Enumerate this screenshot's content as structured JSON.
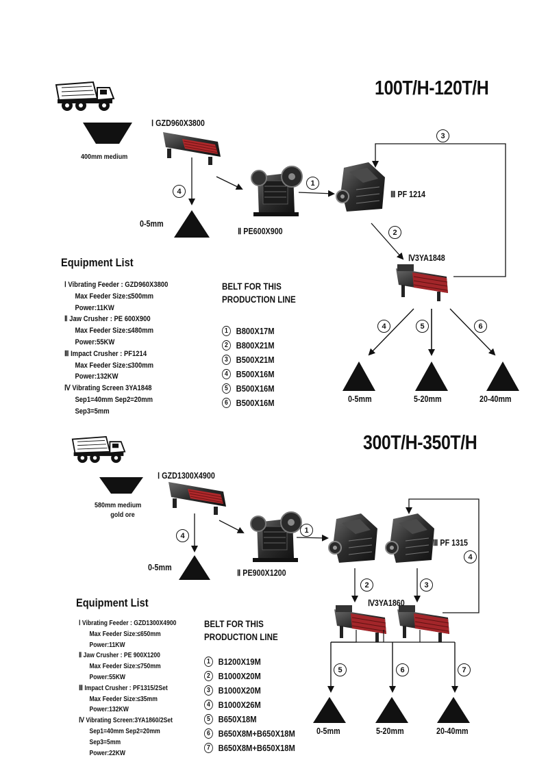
{
  "line1": {
    "title": "100T/H-120T/H",
    "feed_label": "400mm medium",
    "feeder_label": "Ⅰ GZD960X3800",
    "jaw_label": "Ⅱ PE600X900",
    "impact_label": "Ⅲ PF 1214",
    "screen_label": "Ⅳ3YA1848",
    "output_fines": "0-5mm",
    "outputs": [
      "0-5mm",
      "5-20mm",
      "20-40mm"
    ],
    "circles": [
      "1",
      "2",
      "3",
      "4",
      "4",
      "5",
      "6"
    ],
    "equipment_heading": "Equipment List",
    "equipment": [
      {
        "title": "Ⅰ  Vibrating Feeder : GZD960X3800",
        "details": [
          "Max Feeder Size:≤500mm",
          "Power:11KW"
        ]
      },
      {
        "title": "Ⅱ  Jaw Crusher : PE 600X900",
        "details": [
          "Max Feeder Size:≤480mm",
          "Power:55KW"
        ]
      },
      {
        "title": "Ⅲ Impact Crusher : PF1214",
        "details": [
          "Max Feeder Size:≤300mm",
          "Power:132KW"
        ]
      },
      {
        "title": "Ⅳ Vibrating Screen 3YA1848",
        "details": [
          "Sep1=40mm    Sep2=20mm",
          "Sep3=5mm"
        ]
      }
    ],
    "belt_heading": [
      "BELT FOR THIS",
      "PRODUCTION LINE"
    ],
    "belts": [
      {
        "n": "1",
        "spec": "B800X17M"
      },
      {
        "n": "2",
        "spec": "B800X21M"
      },
      {
        "n": "3",
        "spec": "B500X21M"
      },
      {
        "n": "4",
        "spec": "B500X16M"
      },
      {
        "n": "5",
        "spec": "B500X16M"
      },
      {
        "n": "6",
        "spec": "B500X16M"
      }
    ]
  },
  "line2": {
    "title": "300T/H-350T/H",
    "feed_label": [
      "580mm medium",
      "gold ore"
    ],
    "feeder_label": "Ⅰ GZD1300X4900",
    "jaw_label": "Ⅱ PE900X1200",
    "impact_label": "Ⅲ PF 1315",
    "screen_label": "Ⅳ3YA1860",
    "output_fines": "0-5mm",
    "outputs": [
      "0-5mm",
      "5-20mm",
      "20-40mm"
    ],
    "circles": [
      "1",
      "2",
      "3",
      "4",
      "4",
      "5",
      "6",
      "7"
    ],
    "equipment_heading": "Equipment List",
    "equipment": [
      {
        "title": "Ⅰ  Vibrating Feeder : GZD1300X4900",
        "details": [
          "Max Feeder Size:≤650mm",
          "Power:11KW"
        ]
      },
      {
        "title": "Ⅱ  Jaw Crusher : PE 900X1200",
        "details": [
          "Max Feeder Size:≤750mm",
          "Power:55KW"
        ]
      },
      {
        "title": "Ⅲ Impact Crusher : PF1315/2Set",
        "details": [
          "Max Feeder Size:≤35mm",
          "Power:132KW"
        ]
      },
      {
        "title": "Ⅳ Vibrating Screen:3YA1860/2Set",
        "details": [
          "Sep1=40mm    Sep2=20mm",
          "Sep3=5mm",
          "Power:22KW"
        ]
      }
    ],
    "belt_heading": [
      "BELT FOR THIS",
      "PRODUCTION LINE"
    ],
    "belts": [
      {
        "n": "1",
        "spec": "B1200X19M"
      },
      {
        "n": "2",
        "spec": "B1000X20M"
      },
      {
        "n": "3",
        "spec": "B1000X20M"
      },
      {
        "n": "4",
        "spec": "B1000X26M"
      },
      {
        "n": "5",
        "spec": "B650X18M"
      },
      {
        "n": "6",
        "spec": "B650X8M+B650X18M"
      },
      {
        "n": "7",
        "spec": "B650X8M+B650X18M"
      }
    ]
  }
}
